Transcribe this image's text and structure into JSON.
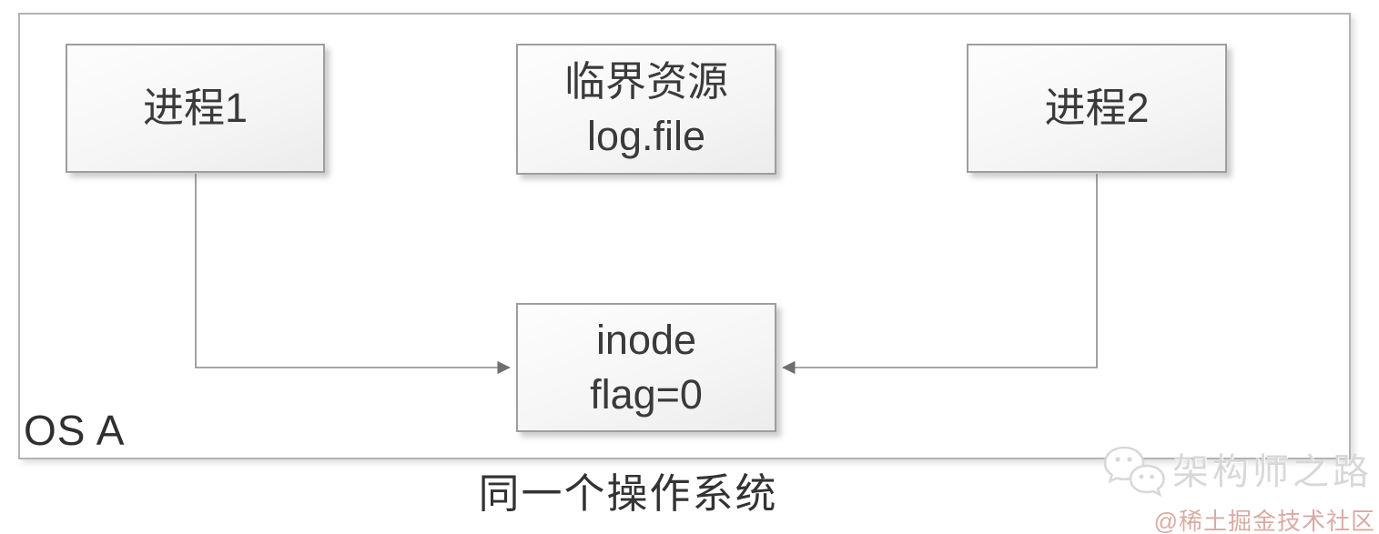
{
  "os_container": {
    "label": "OS A"
  },
  "nodes": {
    "process1": {
      "label": "进程1"
    },
    "resource": {
      "line1": "临界资源",
      "line2": "log.file"
    },
    "process2": {
      "label": "进程2"
    },
    "inode": {
      "line1": "inode",
      "line2": "flag=0"
    }
  },
  "caption": "同一个操作系统",
  "watermark": {
    "icon": "wechat-bubbles-icon",
    "brand": "架构师之路",
    "credit": "@稀土掘金技术社区",
    "brand_color": "#d8d8d8",
    "credit_color": "#d9aba3"
  },
  "colors": {
    "node_border": "#9e9e9e",
    "os_border": "#b3b3b3",
    "connector": "#8a8a8a",
    "text": "#3a3a3a"
  }
}
